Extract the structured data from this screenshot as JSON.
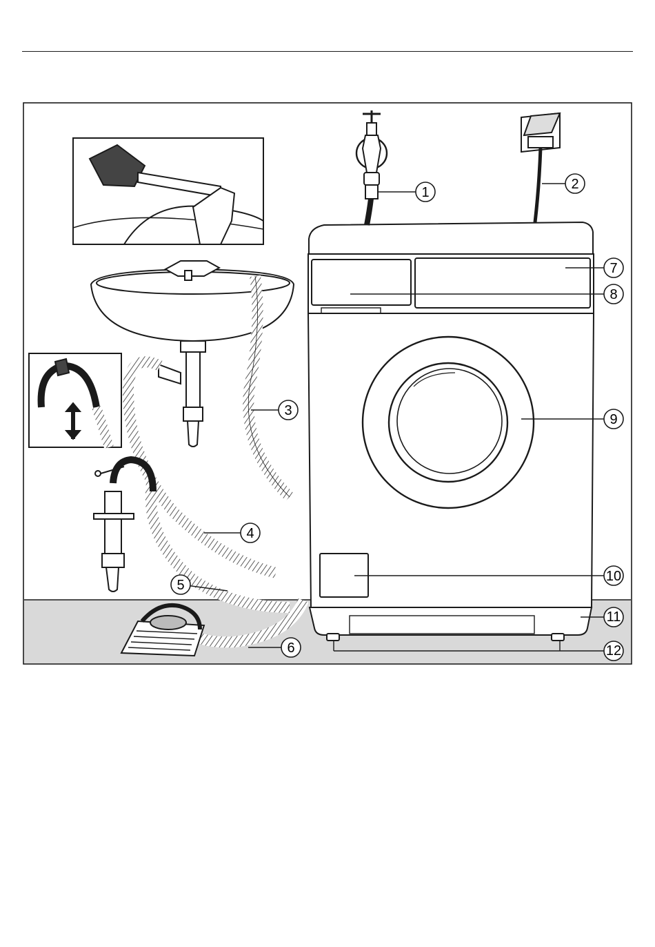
{
  "diagram": {
    "callouts": [
      {
        "id": "callout-1",
        "label": "1"
      },
      {
        "id": "callout-2",
        "label": "2"
      },
      {
        "id": "callout-3",
        "label": "3"
      },
      {
        "id": "callout-4",
        "label": "4"
      },
      {
        "id": "callout-5",
        "label": "5"
      },
      {
        "id": "callout-6",
        "label": "6"
      },
      {
        "id": "callout-7",
        "label": "7"
      },
      {
        "id": "callout-8",
        "label": "8"
      },
      {
        "id": "callout-9",
        "label": "9"
      },
      {
        "id": "callout-10",
        "label": "10"
      },
      {
        "id": "callout-11",
        "label": "11"
      },
      {
        "id": "callout-12",
        "label": "12"
      }
    ]
  },
  "colors": {
    "line": "#1a1a1a",
    "floor": "#d9d9d9",
    "background": "#ffffff"
  }
}
